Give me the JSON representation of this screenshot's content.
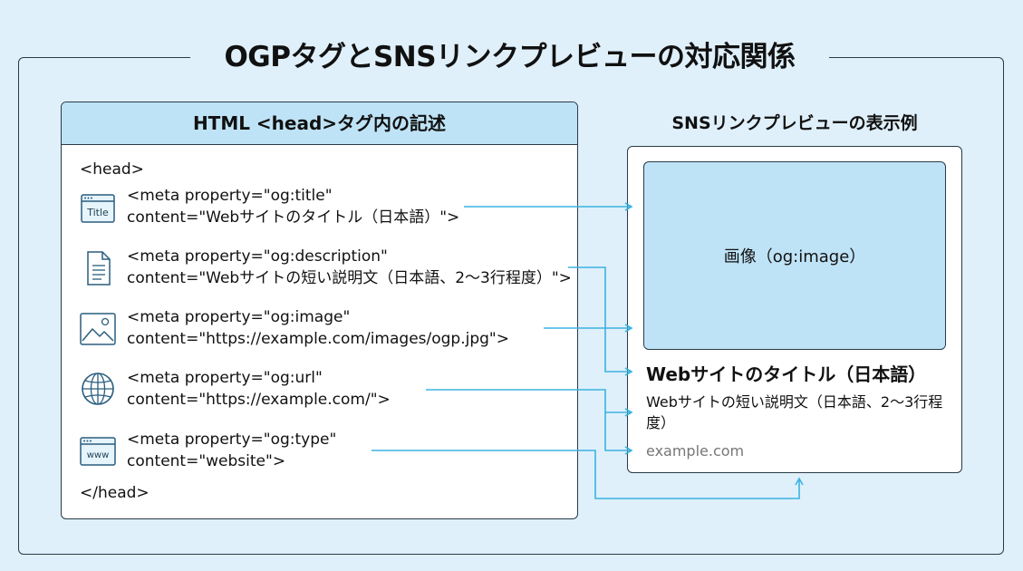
{
  "title": "OGPタグとSNSリンクプレビューの対応関係",
  "code_panel": {
    "header": "HTML <head>タグ内の記述",
    "open_tag": "<head>",
    "close_tag": "</head>",
    "meta_tags": [
      {
        "icon": "title-window-icon",
        "icon_label": "Title",
        "line1": "<meta property=\"og:title\"",
        "line2": "content=\"Webサイトのタイトル（日本語）\">"
      },
      {
        "icon": "document-icon",
        "line1": "<meta property=\"og:description\"",
        "line2": "content=\"Webサイトの短い説明文（日本語、2〜3行程度）\">"
      },
      {
        "icon": "image-icon",
        "line1": "<meta property=\"og:image\"",
        "line2": "content=\"https://example.com/images/ogp.jpg\">"
      },
      {
        "icon": "globe-icon",
        "line1": "<meta property=\"og:url\"",
        "line2": "content=\"https://example.com/\">"
      },
      {
        "icon": "www-window-icon",
        "icon_label": "www",
        "line1": "<meta property=\"og:type\"",
        "line2": "content=\"website\">"
      }
    ]
  },
  "preview": {
    "heading": "SNSリンクプレビューの表示例",
    "image_label": "画像（og:image）",
    "title": "Webサイトのタイトル（日本語）",
    "description": "Webサイトの短い説明文（日本語、2〜3行程度）",
    "url": "example.com"
  },
  "colors": {
    "background": "#dff0fb",
    "header_fill": "#bfe3f6",
    "arrow": "#3bb3e0",
    "border": "#2a3a47"
  }
}
